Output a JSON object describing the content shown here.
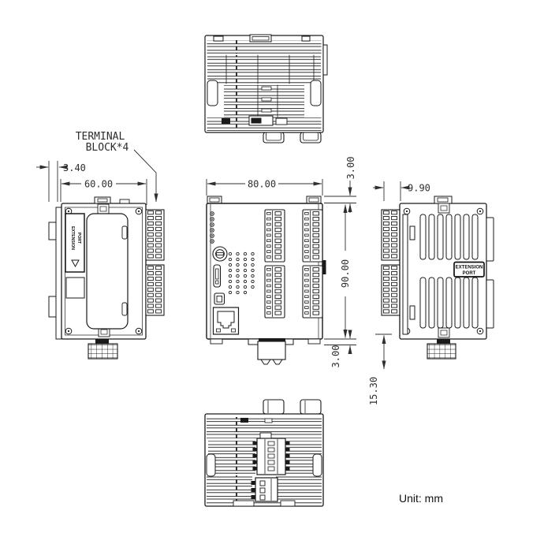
{
  "drawing": {
    "unit_note": "Unit: mm",
    "callouts": {
      "terminal_block_line1": "TERMINAL",
      "terminal_block_line2": "BLOCK*4"
    },
    "dimensions": {
      "din_clip_offset": "3.40",
      "side_width": "60.00",
      "front_width": "80.00",
      "top_tab_height": "3.00",
      "body_height": "90.00",
      "bottom_tab_height": "3.00",
      "terminal_depth": "9.90",
      "clamp_extension": "15.30"
    },
    "labels": {
      "extension_port_left_line1": "EXTENSION",
      "extension_port_left_line2": "PORT",
      "extension_port_right_line1": "EXTENSION",
      "extension_port_right_line2": "PORT"
    },
    "colors": {
      "line": "#1a1a1a",
      "dimension": "#2f2f2f",
      "background": "#ffffff"
    }
  }
}
